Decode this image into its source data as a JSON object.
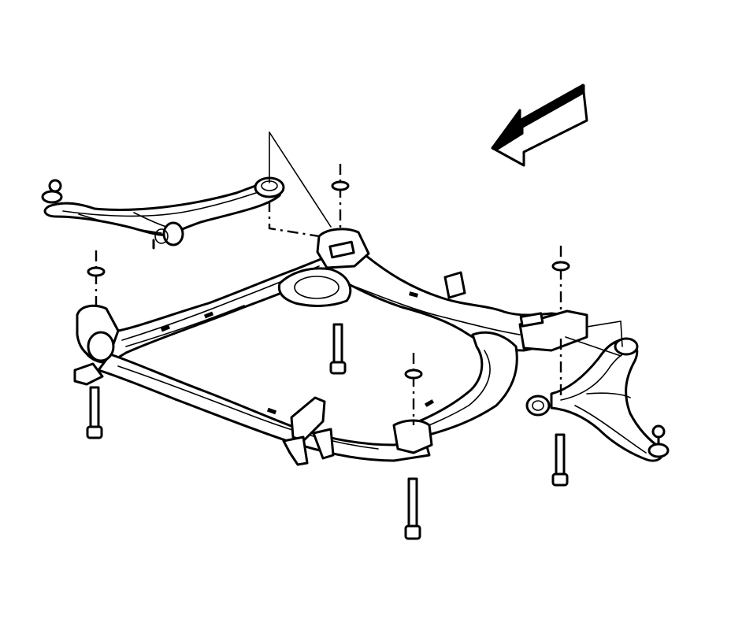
{
  "figure": {
    "background_color": "#ffffff",
    "line_color": "#000000",
    "parts": [
      "front-arrow",
      "left-lower-control-arm",
      "right-lower-control-arm",
      "frame",
      "frame-bolts",
      "frame-washers"
    ]
  }
}
